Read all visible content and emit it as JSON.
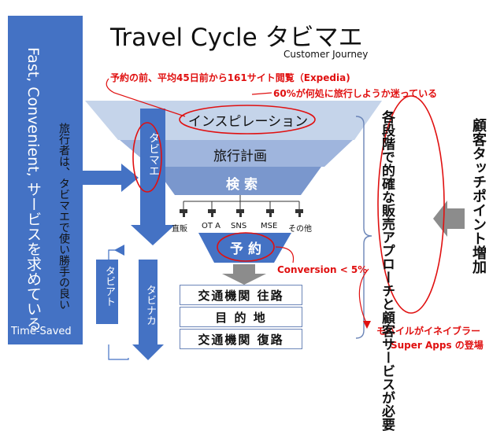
{
  "title": {
    "main": "Travel Cycle タビマエ",
    "sub": "Customer Journey"
  },
  "left_panel": {
    "main": "Fast, Convenient, サービスを求めている",
    "bottom_label": "Time-Saved"
  },
  "traveler_text": "旅行者は、タビマエで使い勝手の良い",
  "annotations": {
    "top1": "予約の前、平均45日前から161サイト閲覧（Expedia)",
    "top2": "60%が何処に旅行しようか迷っている",
    "conversion": "Conversion < 5%",
    "mobile1": "モバイルがイネイブラー",
    "mobile2": "Super Apps の登場"
  },
  "funnel": {
    "inspiration": "インスピレーション",
    "planning": "旅行計画",
    "search": "検 索",
    "booking": "予 約"
  },
  "channels": [
    "直販",
    "OT A",
    "SNS",
    "MSE",
    "その他"
  ],
  "arrows": {
    "tabimae": "タビマエ",
    "tabiato": "タビアト",
    "tabinaka": "タビナカ"
  },
  "stages": [
    "交通機関 往路",
    "目 的 地",
    "交通機関 復路"
  ],
  "right_oval_text": "各段階で的確な販売アプローチと顧客サービスが必要",
  "right_text": "顧客タッチポイント増加",
  "colors": {
    "blue": "#4472c4",
    "funnel_light": "#c5d4ea",
    "red": "#e01010",
    "gray": "#8c8c8c"
  }
}
